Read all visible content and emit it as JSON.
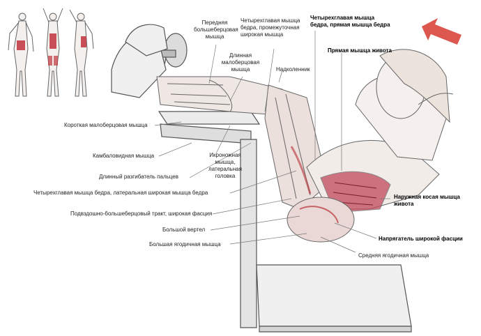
{
  "colors": {
    "accent_arrow": "#d8453a",
    "muscle_red": "#b8323a",
    "sketch": "#555555",
    "leader": "#777777"
  },
  "icons": {
    "direction_arrow": "arrow-icon",
    "mini_figures": "muscle-figure-icon"
  },
  "labels": {
    "rectus_femoris_top": [
      "Четырехглавая мышца",
      "бедра, прямая мышца бедра"
    ],
    "rectus_abdominis": "Прямая мышца живота",
    "vastus_intermedius": [
      "Четырехглавая мышца",
      "бедра, промежуточная",
      "широкая мышца"
    ],
    "tibialis_anterior": [
      "Передняя",
      "большеберцовая",
      "мышца"
    ],
    "peroneus_longus": [
      "Длинная",
      "малоберцовая",
      "мышца"
    ],
    "patella": "Надколенник",
    "peroneus_brevis": "Короткая малоберцовая мышца",
    "soleus": "Камбаловидная мышца",
    "gastrocnemius_lateral": [
      "Икроножная",
      "мышца,",
      "латеральная",
      "головка"
    ],
    "extensor_digitorum": "Длинный разгибатель пальцев",
    "vastus_lateralis": "Четырехглавая мышца бедра, латеральная широкая мышца бедра",
    "iliotibial_tract": "Подвздошно-большеберцовый тракт, широкая фасция",
    "greater_trochanter": "Большой вертел",
    "gluteus_maximus": "Большая ягодичная мышца",
    "external_oblique": [
      "Наружная косая мышца",
      "живота"
    ],
    "tensor_fasciae_latae": "Напрягатель широкой фасции",
    "gluteus_medius": "Средняя ягодичная мышца"
  }
}
